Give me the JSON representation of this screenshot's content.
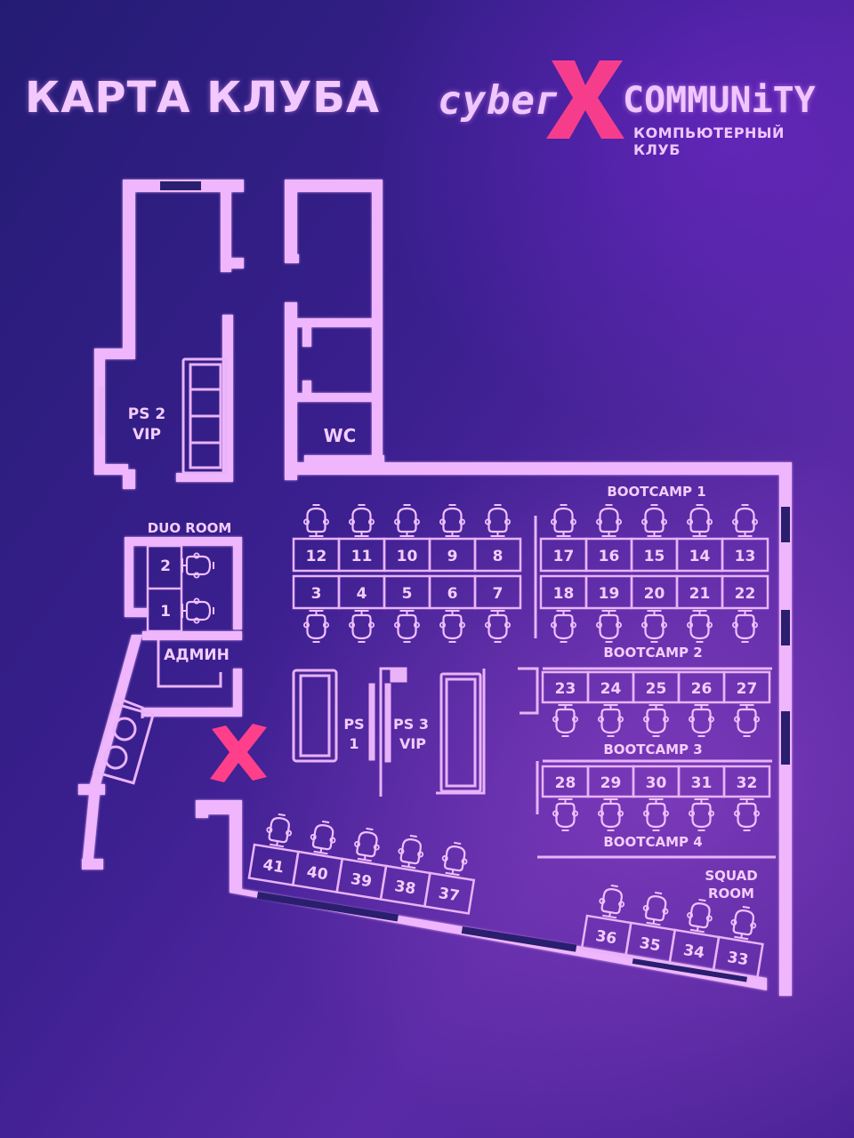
{
  "header": {
    "title": "КАРТА КЛУБА",
    "logo_word1": "cybeг",
    "logo_word2": "COMMUNiTY",
    "logo_subtitle": "КОМПЬЮТЕРНЫЙ КЛУБ",
    "logo_x_color": "#ff3f8a"
  },
  "rooms": {
    "ps2_vip": "PS 2\nVIP",
    "ps2_line1": "PS 2",
    "ps2_line2": "VIP",
    "wc": "WC",
    "duo_room": "DUO ROOM",
    "admin": "АДМИН",
    "ps1_line1": "PS",
    "ps1_line2": "1",
    "ps3_line1": "PS 3",
    "ps3_line2": "VIP",
    "bootcamp1": "BOOTCAMP 1",
    "bootcamp2": "BOOTCAMP 2",
    "bootcamp3": "BOOTCAMP 3",
    "bootcamp4": "BOOTCAMP 4",
    "squad_line1": "SQUAD",
    "squad_line2": "ROOM"
  },
  "seats": {
    "duo": [
      "2",
      "1"
    ],
    "row_a_top": [
      "12",
      "11",
      "10",
      "9",
      "8"
    ],
    "row_a_bottom": [
      "3",
      "4",
      "5",
      "6",
      "7"
    ],
    "row_b_top": [
      "17",
      "16",
      "15",
      "14",
      "13"
    ],
    "row_b_bottom": [
      "18",
      "19",
      "20",
      "21",
      "22"
    ],
    "bootcamp2": [
      "23",
      "24",
      "25",
      "26",
      "27"
    ],
    "bootcamp3": [
      "28",
      "29",
      "30",
      "31",
      "32"
    ],
    "lower_left": [
      "41",
      "40",
      "39",
      "38",
      "37"
    ],
    "squad": [
      "36",
      "35",
      "34",
      "33"
    ]
  },
  "colors": {
    "wall": "#f0b8ff",
    "line": "#e9b3f8",
    "marker": "#ff3f8a"
  }
}
